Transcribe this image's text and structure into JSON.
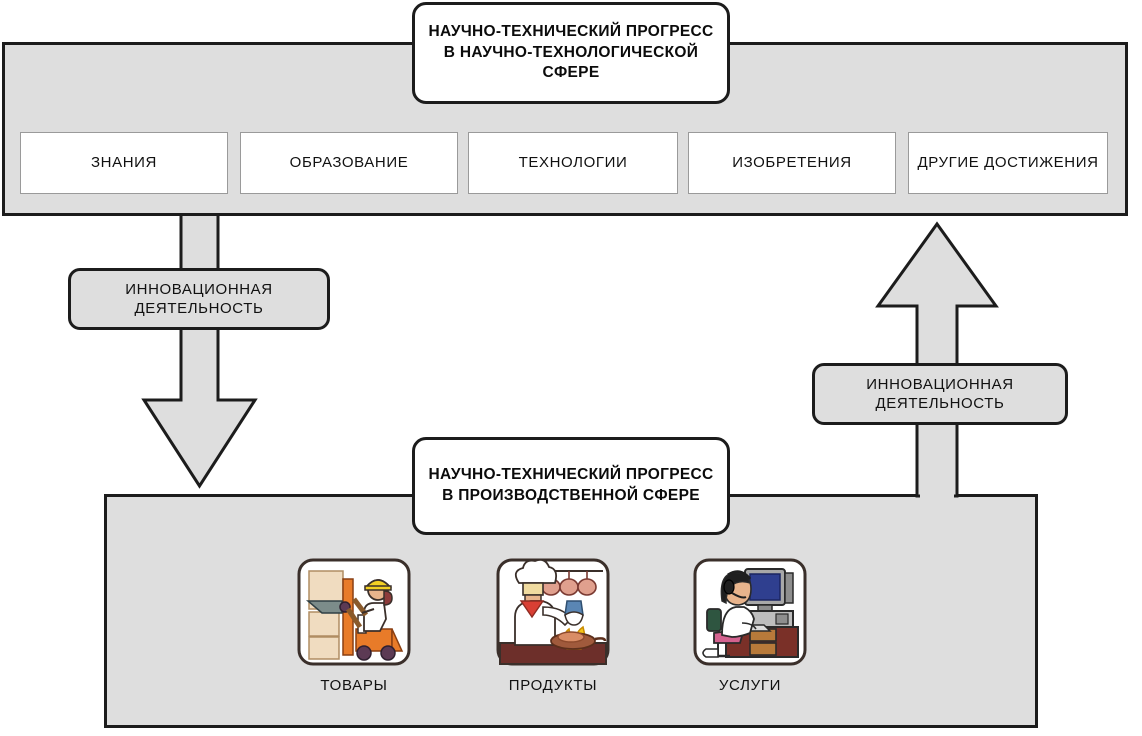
{
  "diagram": {
    "title_top": "НАУЧНО-ТЕХНИЧЕСКИЙ ПРОГРЕСС В НАУЧНО-ТЕХНОЛОГИЧЕСКОЙ СФЕРЕ",
    "title_bottom": "НАУЧНО-ТЕХНИЧЕСКИЙ ПРОГРЕСС В ПРОИЗВОДСТВЕННОЙ СФЕРЕ",
    "colors": {
      "panel_fill": "#dedede",
      "panel_stroke": "#1c1c1c",
      "box_fill": "#ffffff",
      "box_stroke": "#9a9a9a",
      "arrow_fill": "#dedede",
      "arrow_stroke": "#1c1c1c",
      "text": "#111111"
    }
  },
  "top_panel": {
    "items": [
      {
        "label": "ЗНАНИЯ"
      },
      {
        "label": "ОБРАЗОВАНИЕ"
      },
      {
        "label": "ТЕХНОЛОГИИ"
      },
      {
        "label": "ИЗОБРЕТЕНИЯ"
      },
      {
        "label": "ДРУГИЕ ДОСТИЖЕНИЯ"
      }
    ]
  },
  "arrows": {
    "down": {
      "label": "ИННОВАЦИОННАЯ ДЕЯТЕЛЬНОСТЬ",
      "direction": "down"
    },
    "up": {
      "label": "ИННОВАЦИОННАЯ ДЕЯТЕЛЬНОСТЬ",
      "direction": "up"
    }
  },
  "bottom_panel": {
    "items": [
      {
        "label": "ТОВАРЫ",
        "icon": "forklift-worker-icon"
      },
      {
        "label": "ПРОДУКТЫ",
        "icon": "chef-cooking-icon"
      },
      {
        "label": "УСЛУГИ",
        "icon": "call-center-operator-icon"
      }
    ]
  }
}
